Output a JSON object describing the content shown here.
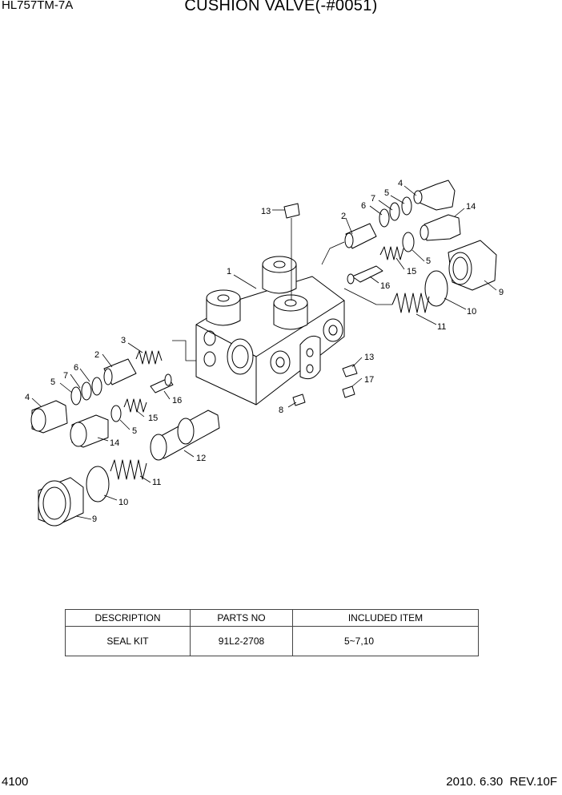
{
  "header": {
    "model": "HL757TM-7A",
    "title": "CUSHION VALVE(-#0051)"
  },
  "callouts": [
    "1",
    "2",
    "3",
    "4",
    "5",
    "6",
    "7",
    "8",
    "9",
    "10",
    "11",
    "12",
    "13",
    "14",
    "15",
    "16",
    "17"
  ],
  "table": {
    "headers": [
      "DESCRIPTION",
      "PARTS NO",
      "INCLUDED ITEM"
    ],
    "rows": [
      {
        "description": "SEAL KIT",
        "parts_no": "91L2-2708",
        "included": "5~7,10"
      }
    ]
  },
  "footer": {
    "page": "4100",
    "revision": "2010. 6.30  REV.10F"
  }
}
